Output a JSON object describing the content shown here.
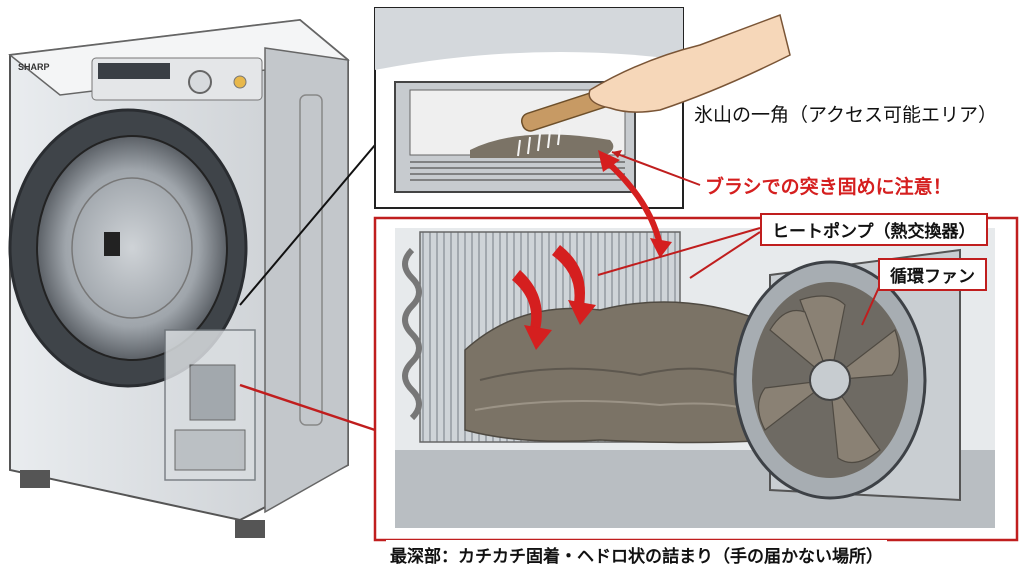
{
  "machine": {
    "brand": "SHARP"
  },
  "labels": {
    "iceberg": "氷山の一角（アクセス可能エリア）",
    "brush_warning": "ブラシでの突き固めに注意！",
    "heat_pump": "ヒートポンプ（熱交換器）",
    "circulation_fan": "循環ファン",
    "deepest": "最深部：カチカチ固着・ヘドロ状の詰まり（手の届かない場所）"
  },
  "colors": {
    "accent_red": "#d51f1f",
    "box_border": "#c01e1e",
    "lint": "#7b7366"
  },
  "icons": [
    "brush-icon",
    "hand-icon",
    "curved-arrow-icon",
    "down-arrow-icon",
    "fan-icon"
  ]
}
